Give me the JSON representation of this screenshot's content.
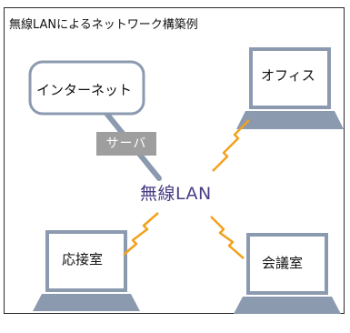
{
  "title": "無線LANによるネットワーク構築例",
  "center_label": "無線LAN",
  "server_label": "サーバ",
  "internet_label": "インターネット",
  "nodes": {
    "office": "オフィス",
    "reception": "応接室",
    "meeting": "会議室"
  },
  "colors": {
    "laptop_fill": "#8c9ab0",
    "screen_border": "#8c9ab0",
    "bubble_border": "#8c9ab0",
    "bolt": "#f2a11d",
    "server_bar": "#9e9e9e",
    "center_text": "#4a3d86"
  }
}
